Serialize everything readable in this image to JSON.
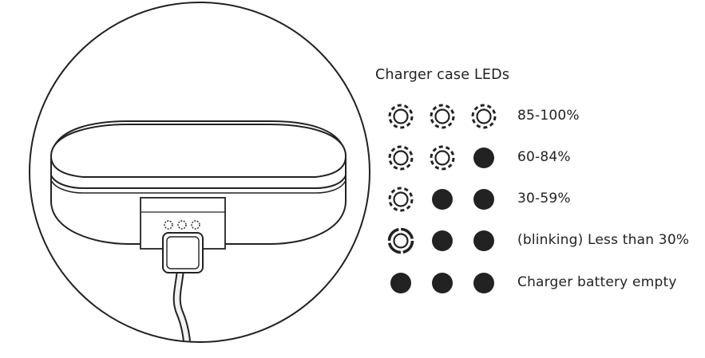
{
  "legend": {
    "title": "Charger case LEDs",
    "rows": [
      {
        "leds": [
          "on",
          "on",
          "on"
        ],
        "label": "85-100%"
      },
      {
        "leds": [
          "on",
          "on",
          "off"
        ],
        "label": "60-84%"
      },
      {
        "leds": [
          "on",
          "off",
          "off"
        ],
        "label": "30-59%"
      },
      {
        "leds": [
          "blinking",
          "off",
          "off"
        ],
        "label": "(blinking) Less than 30%"
      },
      {
        "leds": [
          "off",
          "off",
          "off"
        ],
        "label": "Charger battery empty"
      }
    ]
  },
  "colors": {
    "line": "#222222",
    "background": "#ffffff",
    "cable": "#f2f2f2"
  }
}
